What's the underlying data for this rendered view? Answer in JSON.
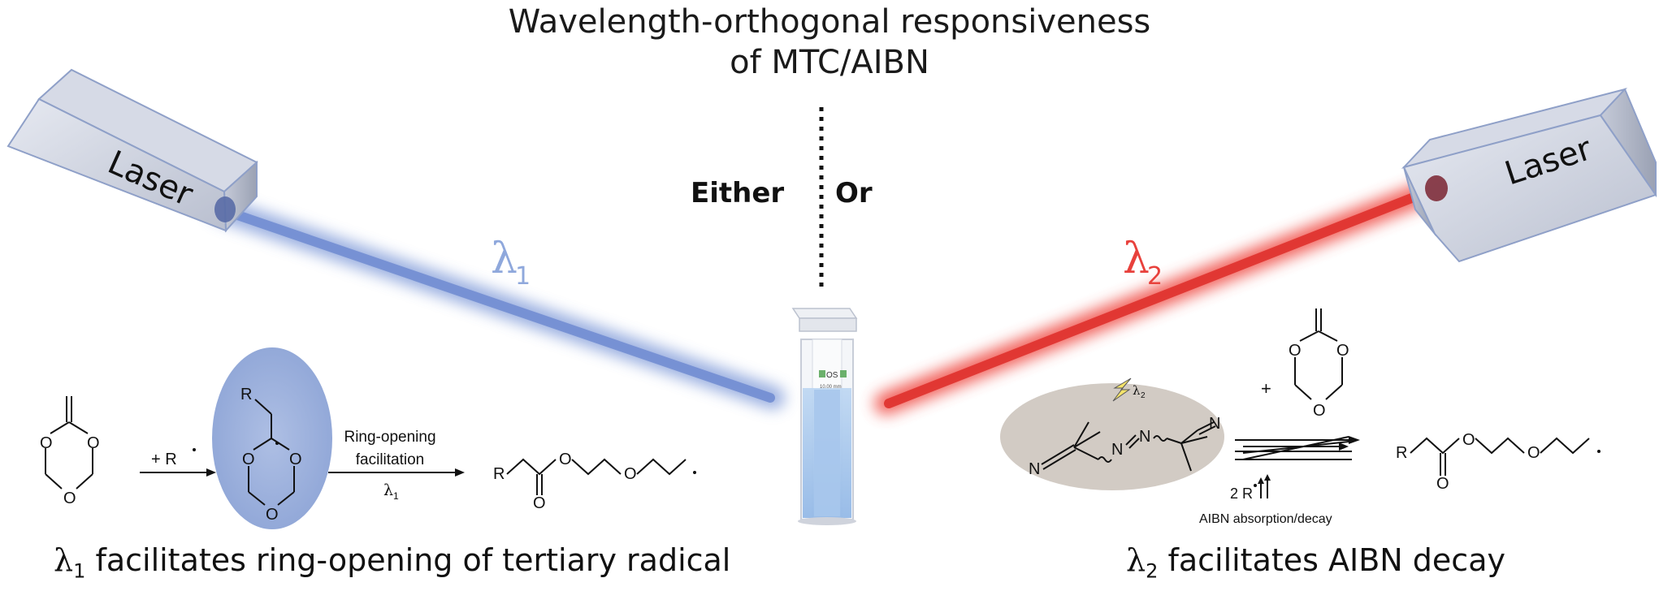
{
  "title": {
    "line1": "Wavelength-orthogonal responsiveness",
    "line2": "of MTC/AIBN"
  },
  "divider": {
    "either": "Either",
    "or": "Or"
  },
  "lasers": {
    "left": {
      "label": "Laser",
      "beam_color": "#7f9ad8"
    },
    "right": {
      "label": "Laser",
      "beam_color": "#e8413c"
    }
  },
  "wavelengths": {
    "lambda1": {
      "symbol": "λ",
      "subscript": "1",
      "color": "#8fa8dc"
    },
    "lambda2": {
      "symbol": "λ",
      "subscript": "2",
      "color": "#e8413c"
    }
  },
  "cuvette": {
    "brand": "OS",
    "path_length": "10.00 mm"
  },
  "left_scheme": {
    "reagent": "+ R",
    "arrow_label_top": "Ring-opening",
    "arrow_label_mid": "facilitation",
    "arrow_label_bottom_symbol": "λ",
    "arrow_label_bottom_sub": "1",
    "intermediate_R": "R",
    "product_R": "R",
    "atom_O": "O",
    "caption_symbol": "λ",
    "caption_sub": "1",
    "caption_text": " facilitates ring-opening of tertiary radical"
  },
  "right_scheme": {
    "plus": "+",
    "lambda_label_symbol": "λ",
    "lambda_label_sub": "2",
    "nitrile_N": "N",
    "azo_N": "N",
    "radicals": "2 R",
    "absorption_label": "AIBN absorption/decay",
    "product_R": "R",
    "atom_O": "O",
    "caption_symbol": "λ",
    "caption_sub": "2",
    "caption_text": " facilitates AIBN decay"
  }
}
